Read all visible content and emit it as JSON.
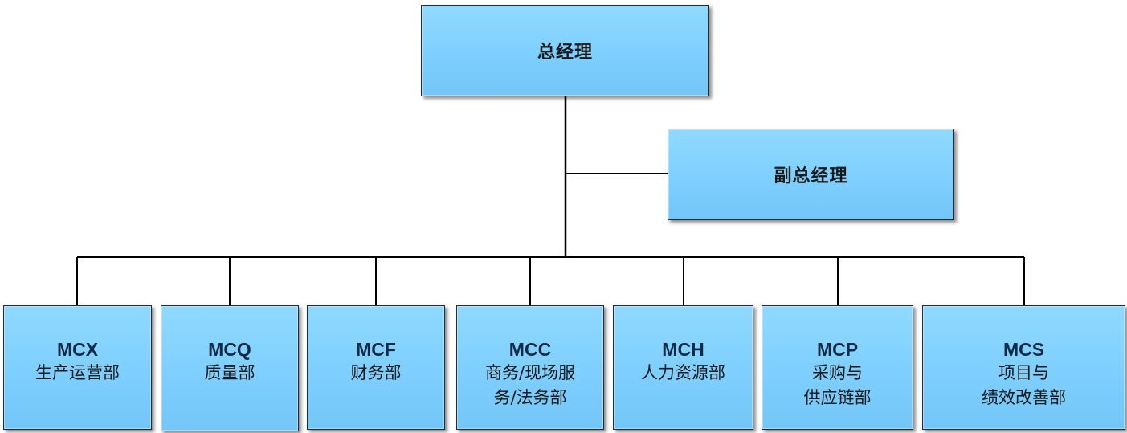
{
  "chart": {
    "top": {
      "label": "总经理"
    },
    "deputy": {
      "label": "副总经理"
    },
    "departments": [
      {
        "code": "MCX",
        "name_line1": "生产运营部",
        "name_line2": ""
      },
      {
        "code": "MCQ",
        "name_line1": "质量部",
        "name_line2": ""
      },
      {
        "code": "MCF",
        "name_line1": "财务部",
        "name_line2": ""
      },
      {
        "code": "MCC",
        "name_line1": "商务/现场服",
        "name_line2": "务/法务部"
      },
      {
        "code": "MCH",
        "name_line1": "人力资源部",
        "name_line2": ""
      },
      {
        "code": "MCP",
        "name_line1": "采购与",
        "name_line2": "供应链部"
      },
      {
        "code": "MCS",
        "name_line1": "项目与",
        "name_line2": "绩效改善部"
      }
    ]
  },
  "colors": {
    "box_fill": "#7ecfff",
    "box_border": "#2a2a2a",
    "connector": "#000000"
  }
}
